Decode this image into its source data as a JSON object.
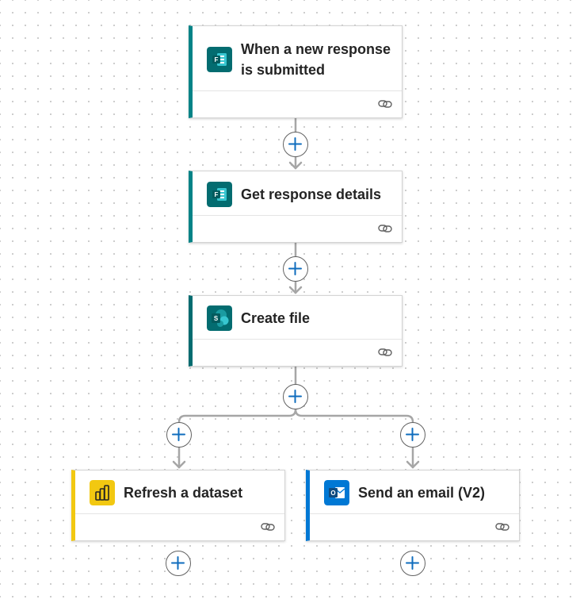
{
  "flow": {
    "steps": [
      {
        "id": "trigger",
        "title_lines": [
          "When a new response",
          "is submitted"
        ],
        "connector": "microsoft-forms",
        "icon": "forms-icon",
        "icon_letter": "F",
        "accent_color": "#038387",
        "icon_color": "#036C70"
      },
      {
        "id": "get-details",
        "title": "Get response details",
        "connector": "microsoft-forms",
        "icon": "forms-icon",
        "icon_letter": "F",
        "accent_color": "#038387",
        "icon_color": "#036C70"
      },
      {
        "id": "create-file",
        "title": "Create file",
        "connector": "sharepoint",
        "icon": "sharepoint-icon",
        "icon_letter": "S",
        "accent_color": "#036C70",
        "icon_color": "#036C70"
      },
      {
        "id": "refresh-dataset",
        "title": "Refresh a dataset",
        "connector": "power-bi",
        "icon": "power-bi-icon",
        "accent_color": "#F2C811",
        "icon_color": "#F2C811"
      },
      {
        "id": "send-email",
        "title": "Send an email (V2)",
        "connector": "office-365-outlook",
        "icon": "outlook-icon",
        "icon_letter": "O",
        "accent_color": "#0078D4",
        "icon_color": "#0078D4"
      }
    ],
    "footer_icon": "link-icon",
    "add_button_icon": "plus-icon",
    "connector_color": "#a6a6a6",
    "add_button_color": "#0F6CBD"
  }
}
